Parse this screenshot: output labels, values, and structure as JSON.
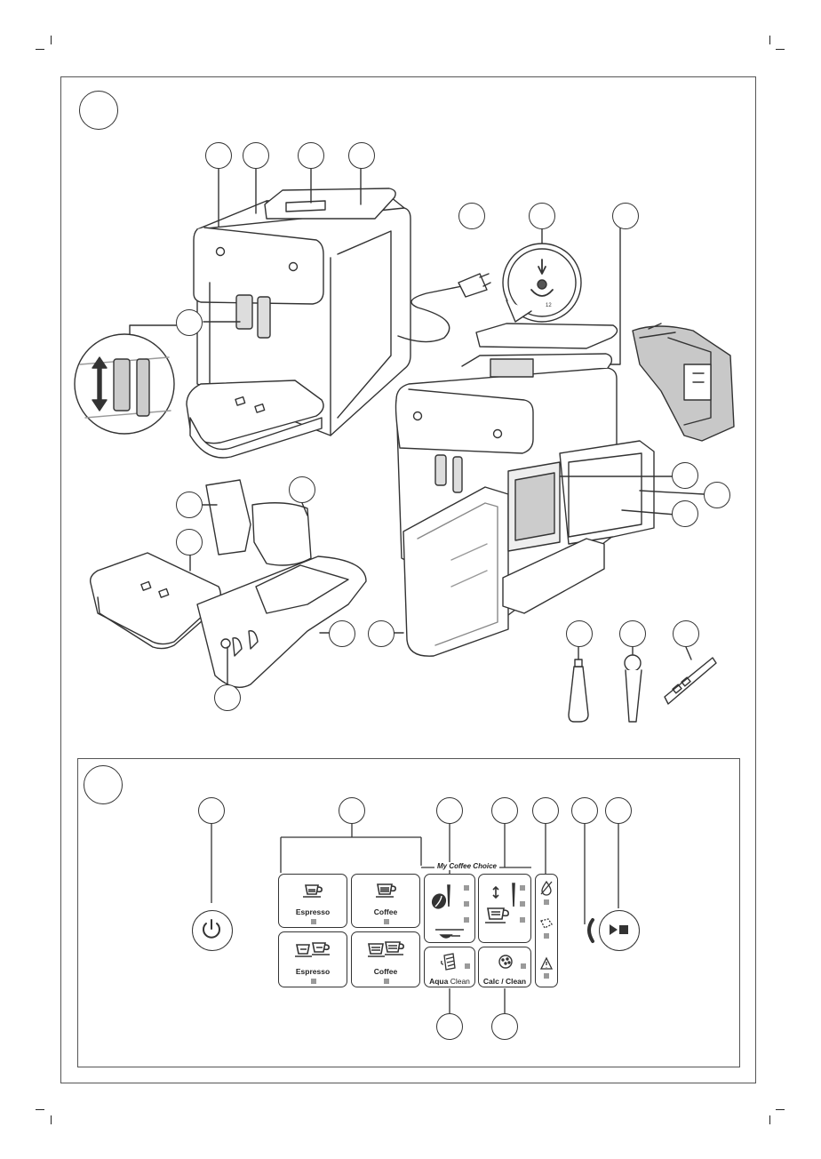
{
  "control_panel": {
    "header_label": "My Coffee Choice",
    "buttons": {
      "espresso": "Espresso",
      "coffee": "Coffee",
      "double_espresso": "Espresso",
      "double_coffee": "Coffee",
      "aqua_clean_bold": "Aqua",
      "aqua_clean_rest": " Clean",
      "calc_clean": "Calc / Clean"
    }
  },
  "icons": {
    "power": "power-icon",
    "start_stop": "play-stop-icon",
    "strength": "coffee-bean-icon",
    "quantity": "cup-quantity-icon",
    "aqua_clean": "filter-icon",
    "calc_clean": "calc-clean-icon",
    "water_alert": "water-drop-crossed-icon",
    "grounds_alert": "grounds-container-icon",
    "warning": "warning-icon"
  },
  "colors": {
    "line": "#333333",
    "led": "#9a9a9a"
  }
}
